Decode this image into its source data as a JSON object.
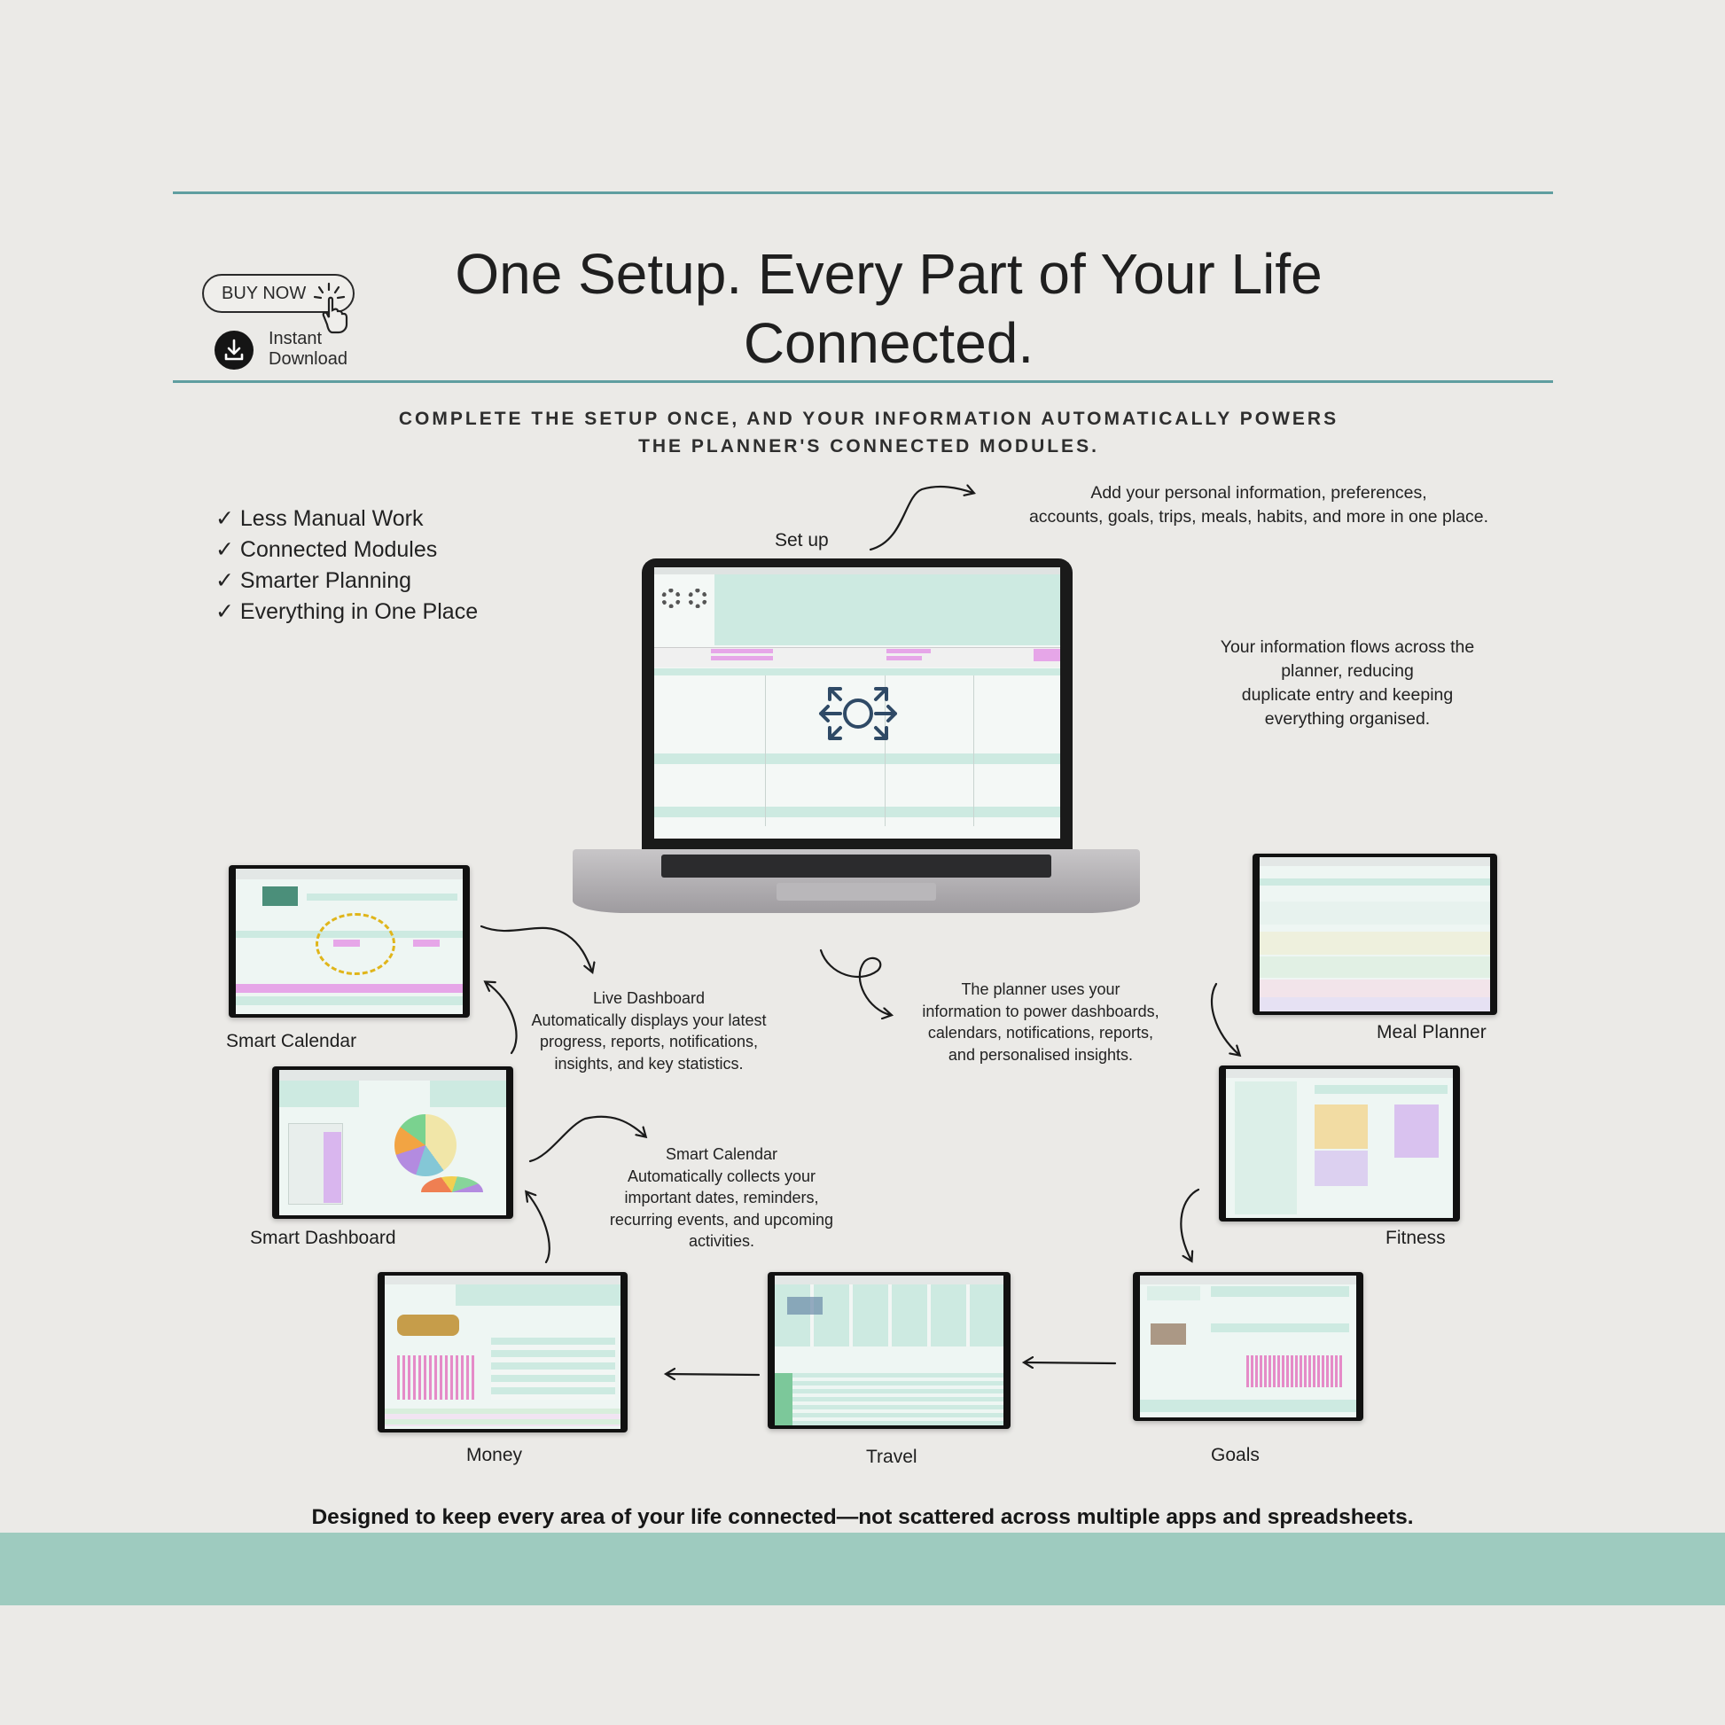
{
  "header": {
    "title_line1": "One Setup. Every Part of Your Life",
    "title_line2": "Connected.",
    "buy_now": "BUY NOW",
    "download_line1": "Instant",
    "download_line2": "Download",
    "subheading_line1": "COMPLETE THE SETUP ONCE, AND YOUR INFORMATION AUTOMATICALLY POWERS",
    "subheading_line2": "THE PLANNER'S CONNECTED MODULES."
  },
  "features": [
    "✓ Less Manual Work",
    "✓ Connected Modules",
    "✓ Smarter Planning",
    "✓ Everything in One Place"
  ],
  "setup": {
    "label": "Set up",
    "desc_line1": "Add your personal information, preferences,",
    "desc_line2": "accounts, goals, trips, meals, habits, and more in one place."
  },
  "flow_note": {
    "line1": "Your information flows across the",
    "line2": "planner, reducing",
    "line3": "duplicate entry and keeping",
    "line4": "everything organised."
  },
  "live_dashboard": {
    "title": "Live Dashboard",
    "line1": "Automatically displays your latest",
    "line2": "progress, reports, notifications,",
    "line3": "insights, and key statistics."
  },
  "planner_note": {
    "line1": "The planner uses your",
    "line2": "information to power dashboards,",
    "line3": "calendars, notifications, reports,",
    "line4": "and personalised insights."
  },
  "smart_calendar_note": {
    "title": "Smart Calendar",
    "line1": "Automatically collects your",
    "line2": "important dates, reminders,",
    "line3": "recurring events, and upcoming",
    "line4": "activities."
  },
  "modules": {
    "smart_calendar": "Smart Calendar",
    "smart_dashboard": "Smart Dashboard",
    "meal_planner": "Meal Planner",
    "fitness": "Fitness",
    "money": "Money",
    "travel": "Travel",
    "goals": "Goals"
  },
  "footer": {
    "tagline": "Designed to keep every area of your life connected—not scattered across multiple apps and spreadsheets."
  },
  "colors": {
    "background": "#ebeae7",
    "teal_rule": "#5f9ea0",
    "band": "#9ecbbf",
    "sheet_mint": "#cdeae1",
    "sheet_pink": "#e6a6e8",
    "arrow_navy": "#2f4a66"
  }
}
